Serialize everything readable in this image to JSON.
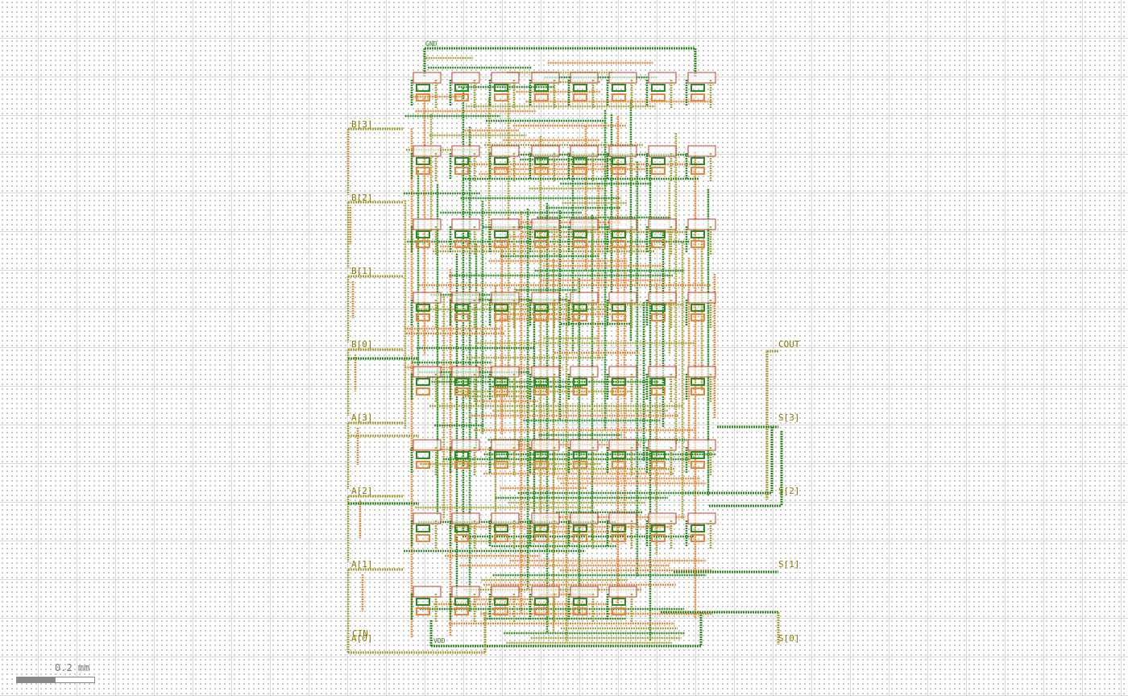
{
  "colors": {
    "background": "#ffffff",
    "metal1": "#2e8b22",
    "metal2": "#e8883a",
    "poly": "#a8a23a",
    "contact": "#c0392b",
    "pin_text": "#8a7a00"
  },
  "input_pins": [
    "B[3]",
    "B[2]",
    "B[1]",
    "B[0]",
    "A[3]",
    "A[2]",
    "A[1]",
    "A[0]",
    "CIN"
  ],
  "output_pins": [
    "COUT",
    "S[3]",
    "S[2]",
    "S[1]",
    "S[0]"
  ],
  "power_nets": {
    "ground": "GND",
    "supply": "VDD"
  },
  "scale": {
    "label": "0.2 mm"
  }
}
